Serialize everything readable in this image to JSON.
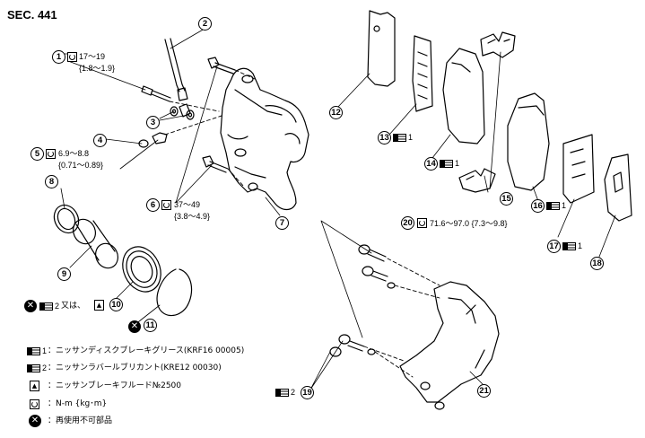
{
  "section": "SEC. 441",
  "callouts": {
    "c1": "1",
    "c2": "2",
    "c3": "3",
    "c4": "4",
    "c5": "5",
    "c6": "6",
    "c7": "7",
    "c8": "8",
    "c9": "9",
    "c10": "10",
    "c11": "11",
    "c12": "12",
    "c13": "13",
    "c14": "14",
    "c15": "15",
    "c16": "16",
    "c17": "17",
    "c18": "18",
    "c19": "19",
    "c20": "20",
    "c21": "21"
  },
  "torque": {
    "t1_nm": "17〜19",
    "t1_kgm": "{1.8〜1.9}",
    "t5_nm": "6.9〜8.8",
    "t5_kgm": "{0.71〜0.89}",
    "t6_nm": "37〜49",
    "t6_kgm": "{3.8〜4.9}",
    "t20": "71.6〜97.0 {7.3〜9.8}"
  },
  "grease_marks": {
    "g13": "1",
    "g14": "1",
    "g16": "1",
    "g17": "1",
    "g19": "2",
    "g_caption": "2"
  },
  "item10_caption": "又は、",
  "legend": {
    "l1_num": "1",
    "l1": "：ニッサンディスクブレーキグリース(KRF16 00005)",
    "l2_num": "2",
    "l2": "：ニッサンラバールブリカント(KRE12 00030)",
    "l3": "：ニッサンブレーキフルード№2500",
    "l4": "：N-m {kg･m}",
    "l5": "：再使用不可部品"
  },
  "colors": {
    "line": "#000000",
    "background": "#ffffff"
  },
  "icons": [
    "torque-wrench-icon",
    "grease-tube-icon",
    "brake-fluid-icon",
    "do-not-reuse-icon"
  ]
}
